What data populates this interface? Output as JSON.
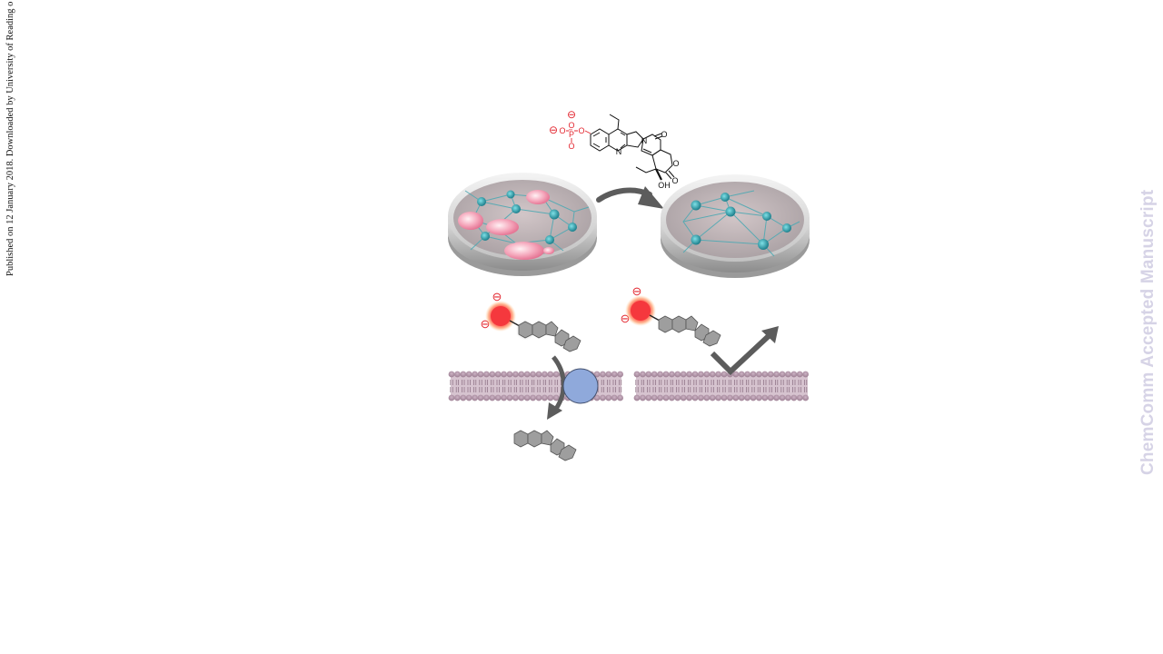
{
  "sidebar_note": "Published on 12 January 2018. Downloaded by University of Reading o",
  "watermark": "ChemComm Accepted Manuscript",
  "molecule": {
    "minus": "⊖",
    "phosphate_o": "O",
    "phosphate_p": "P",
    "ring_n": "N",
    "carbonyl_o": "O",
    "ring_o": "O",
    "lactone_o": "O",
    "hydroxyl": "OH"
  },
  "charge_symbol": "⊖",
  "colors": {
    "phosphate_red": "#e3262f",
    "charge_ball": "#f5383d",
    "membrane": "#b89aae",
    "transporter": "#8fa9db",
    "arrow": "#5c5c5c",
    "watermark": "#d6d3e6"
  }
}
